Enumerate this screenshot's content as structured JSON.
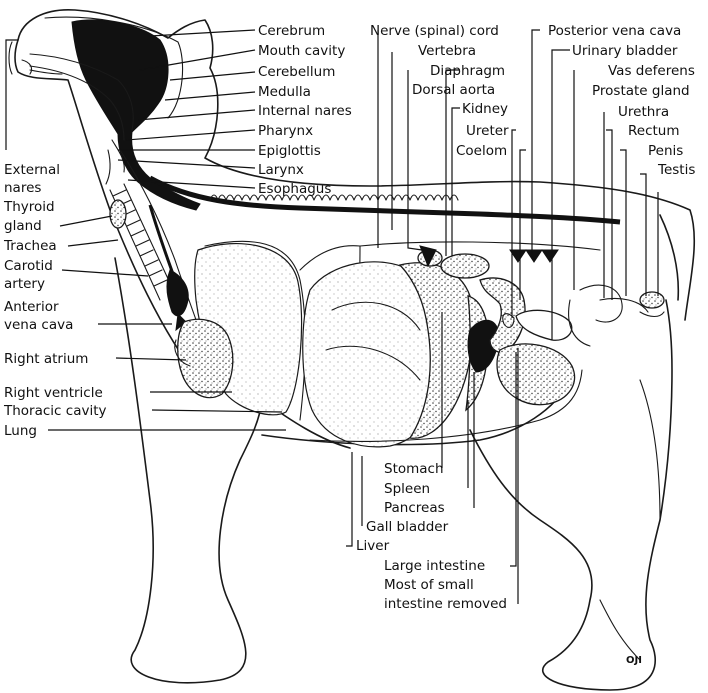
{
  "signature": "OJI",
  "labels": {
    "cerebrum": "Cerebrum",
    "mouth_cavity": "Mouth cavity",
    "cerebellum": "Cerebellum",
    "medulla": "Medulla",
    "internal_nares": "Internal nares",
    "pharynx": "Pharynx",
    "epiglottis": "Epiglottis",
    "larynx": "Larynx",
    "esophagus": "Esophagus",
    "external_nares_1": "External",
    "external_nares_2": "nares",
    "thyroid_gland_1": "Thyroid",
    "thyroid_gland_2": "gland",
    "trachea": "Trachea",
    "carotid_artery_1": "Carotid",
    "carotid_artery_2": "artery",
    "anterior_vena_cava_1": "Anterior",
    "anterior_vena_cava_2": "vena cava",
    "right_atrium": "Right atrium",
    "right_ventricle": "Right ventricle",
    "thoracic_cavity": "Thoracic cavity",
    "lung": "Lung",
    "nerve_cord": "Nerve (spinal) cord",
    "vertebra": "Vertebra",
    "diaphragm": "Diaphragm",
    "dorsal_aorta": "Dorsal aorta",
    "kidney": "Kidney",
    "ureter": "Ureter",
    "coelom": "Coelom",
    "posterior_vena_cava": "Posterior vena cava",
    "urinary_bladder": "Urinary bladder",
    "vas_deferens": "Vas deferens",
    "prostate_gland": "Prostate gland",
    "urethra": "Urethra",
    "rectum": "Rectum",
    "penis": "Penis",
    "testis": "Testis",
    "stomach": "Stomach",
    "spleen": "Spleen",
    "pancreas": "Pancreas",
    "gall_bladder": "Gall bladder",
    "liver": "Liver",
    "large_intestine": "Large intestine",
    "small_intestine_1": "Most of small",
    "small_intestine_2": "intestine removed"
  }
}
